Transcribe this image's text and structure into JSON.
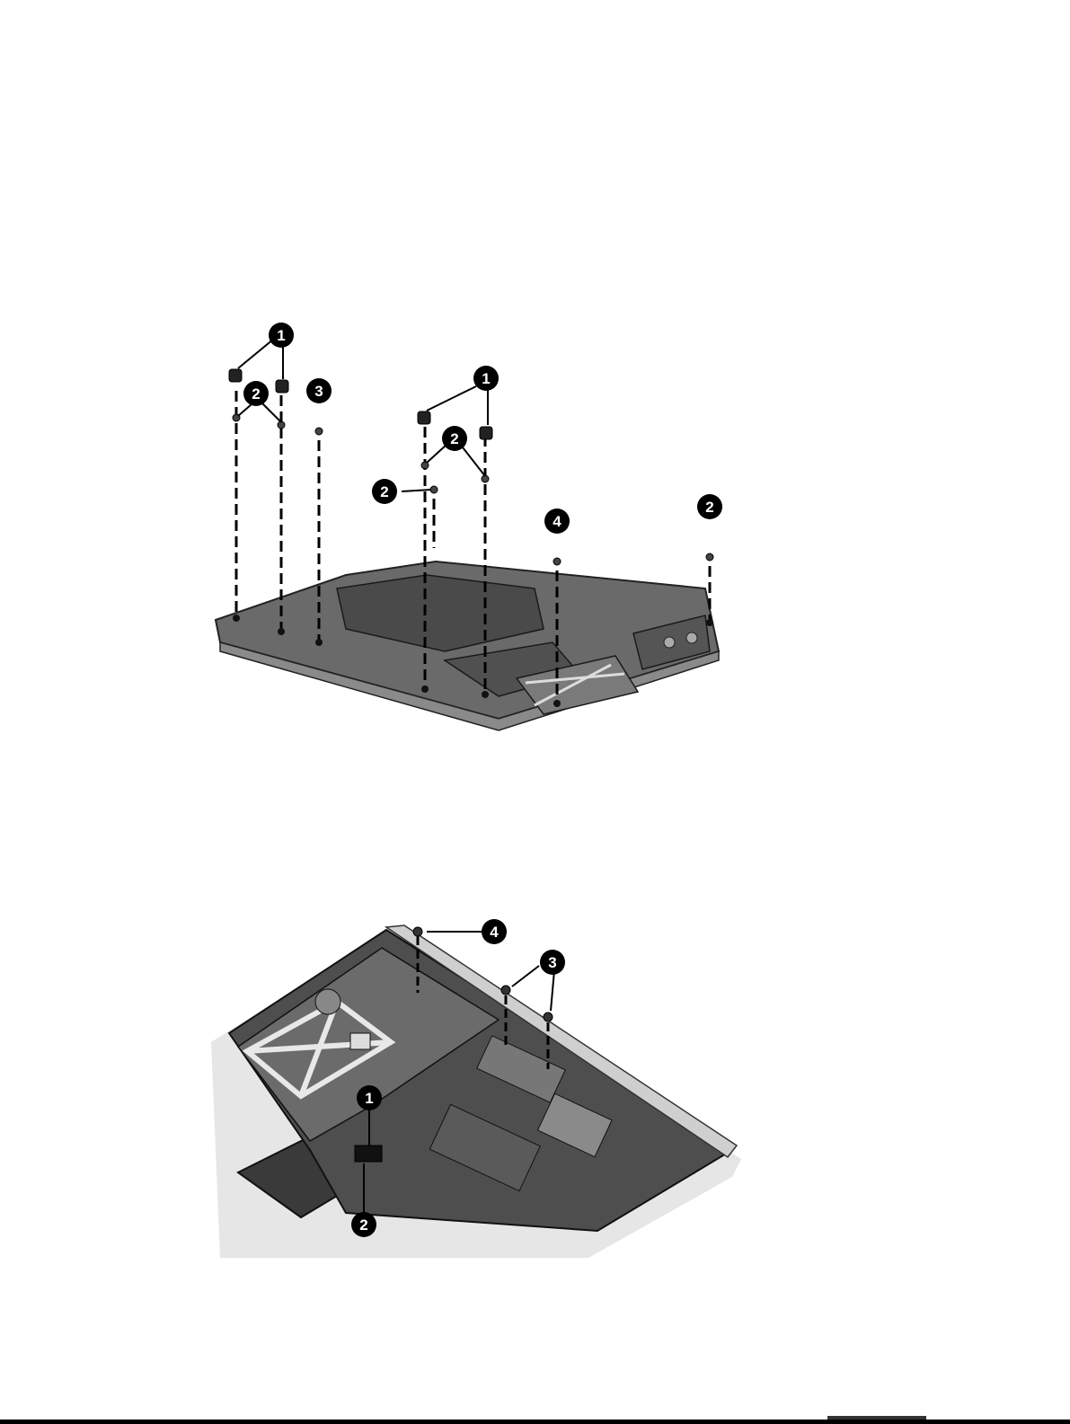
{
  "colors": {
    "ink": "#111111",
    "chassis": "#5e5e5e",
    "chassis_dark": "#3a3a3a",
    "chassis_light": "#9a9a9a",
    "callout_bg": "#000000",
    "callout_fg": "#ffffff"
  },
  "figure1": {
    "callouts": [
      "1",
      "1",
      "3",
      "1",
      "2",
      "2",
      "2",
      "4",
      "2"
    ]
  },
  "figure2": {
    "callouts": [
      "4",
      "3",
      "1",
      "2"
    ]
  }
}
